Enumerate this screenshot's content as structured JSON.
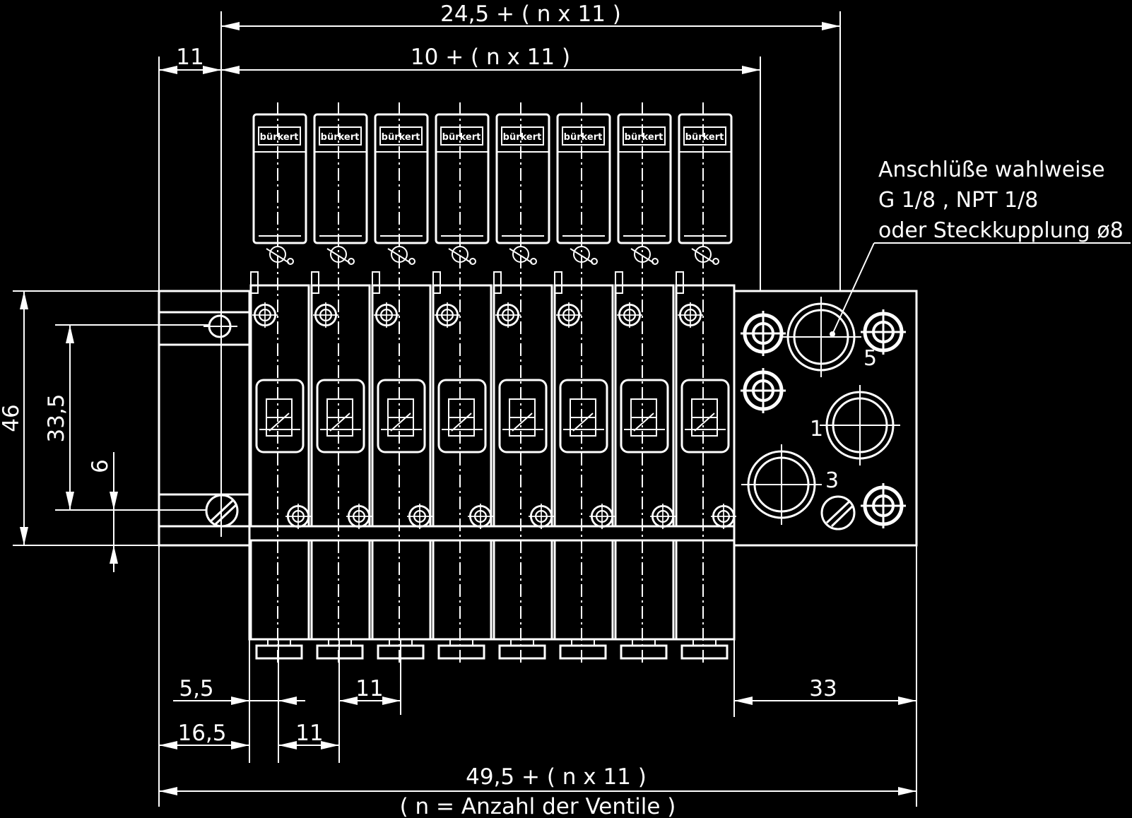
{
  "dimensions": {
    "overall_top": "24,5 + ( n x 11 )",
    "valve_pitch_span": "10 + ( n x 11 )",
    "left_offset": "11",
    "height_total": "46",
    "height_hole": "33,5",
    "height_small": "6",
    "left_5_5": "5,5",
    "pitch_bottom_a": "11",
    "left_16_5": "16,5",
    "pitch_bottom_b": "11",
    "right_block": "33",
    "overall_bottom": "49,5 + ( n x 11 )",
    "note_n": "( n = Anzahl der Ventile )"
  },
  "note": {
    "line1": "Anschlüße wahlweise",
    "line2": "G 1/8 , NPT 1/8",
    "line3": "oder Steckkupplung ø8"
  },
  "ports": {
    "p5": "5",
    "p1": "1",
    "p3": "3"
  },
  "valves": [
    {
      "brand": "bürkert"
    },
    {
      "brand": "bürkert"
    },
    {
      "brand": "bürkert"
    },
    {
      "brand": "bürkert"
    },
    {
      "brand": "bürkert"
    },
    {
      "brand": "bürkert"
    },
    {
      "brand": "bürkert"
    },
    {
      "brand": "bürkert"
    }
  ]
}
